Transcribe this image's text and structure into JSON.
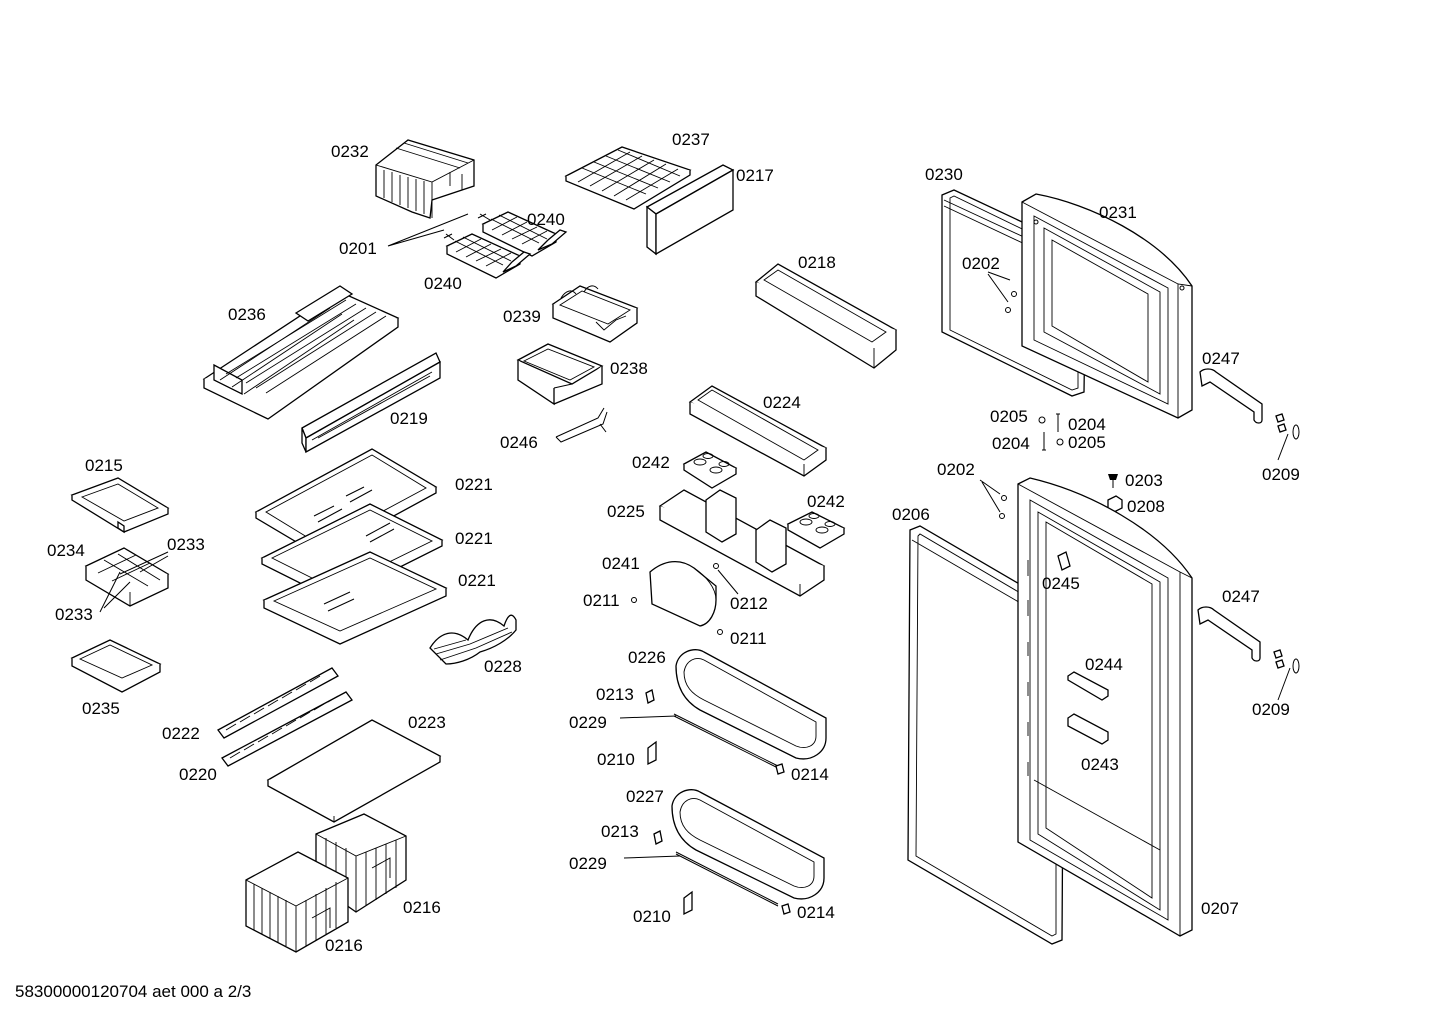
{
  "footer": "58300000120704 aet 000 a 2/3",
  "labels": {
    "p0232": "0232",
    "p0237": "0237",
    "p0217": "0217",
    "p0240a": "0240",
    "p0201": "0201",
    "p0240b": "0240",
    "p0239": "0239",
    "p0230": "0230",
    "p0231": "0231",
    "p0218": "0218",
    "p0202a": "0202",
    "p0236": "0236",
    "p0238": "0238",
    "p0247a": "0247",
    "p0219": "0219",
    "p0224": "0224",
    "p0205a": "0205",
    "p0204a": "0204",
    "p0204b": "0204",
    "p0205b": "0205",
    "p0246": "0246",
    "p0209a": "0209",
    "p0215": "0215",
    "p0221a": "0221",
    "p0242a": "0242",
    "p0202b": "0202",
    "p0203": "0203",
    "p0242b": "0242",
    "p0208": "0208",
    "p0225": "0225",
    "p0206": "0206",
    "p0221b": "0221",
    "p0234": "0234",
    "p0233a": "0233",
    "p0241": "0241",
    "p0245": "0245",
    "p0221c": "0221",
    "p0211a": "0211",
    "p0212": "0212",
    "p0247b": "0247",
    "p0233b": "0233",
    "p0211b": "0211",
    "p0226": "0226",
    "p0228": "0228",
    "p0244": "0244",
    "p0213a": "0213",
    "p0235": "0235",
    "p0209b": "0209",
    "p0223": "0223",
    "p0229a": "0229",
    "p0222": "0222",
    "p0210a": "0210",
    "p0243": "0243",
    "p0220": "0220",
    "p0214a": "0214",
    "p0227": "0227",
    "p0213b": "0213",
    "p0229b": "0229",
    "p0216a": "0216",
    "p0207": "0207",
    "p0210b": "0210",
    "p0214b": "0214",
    "p0216b": "0216"
  }
}
